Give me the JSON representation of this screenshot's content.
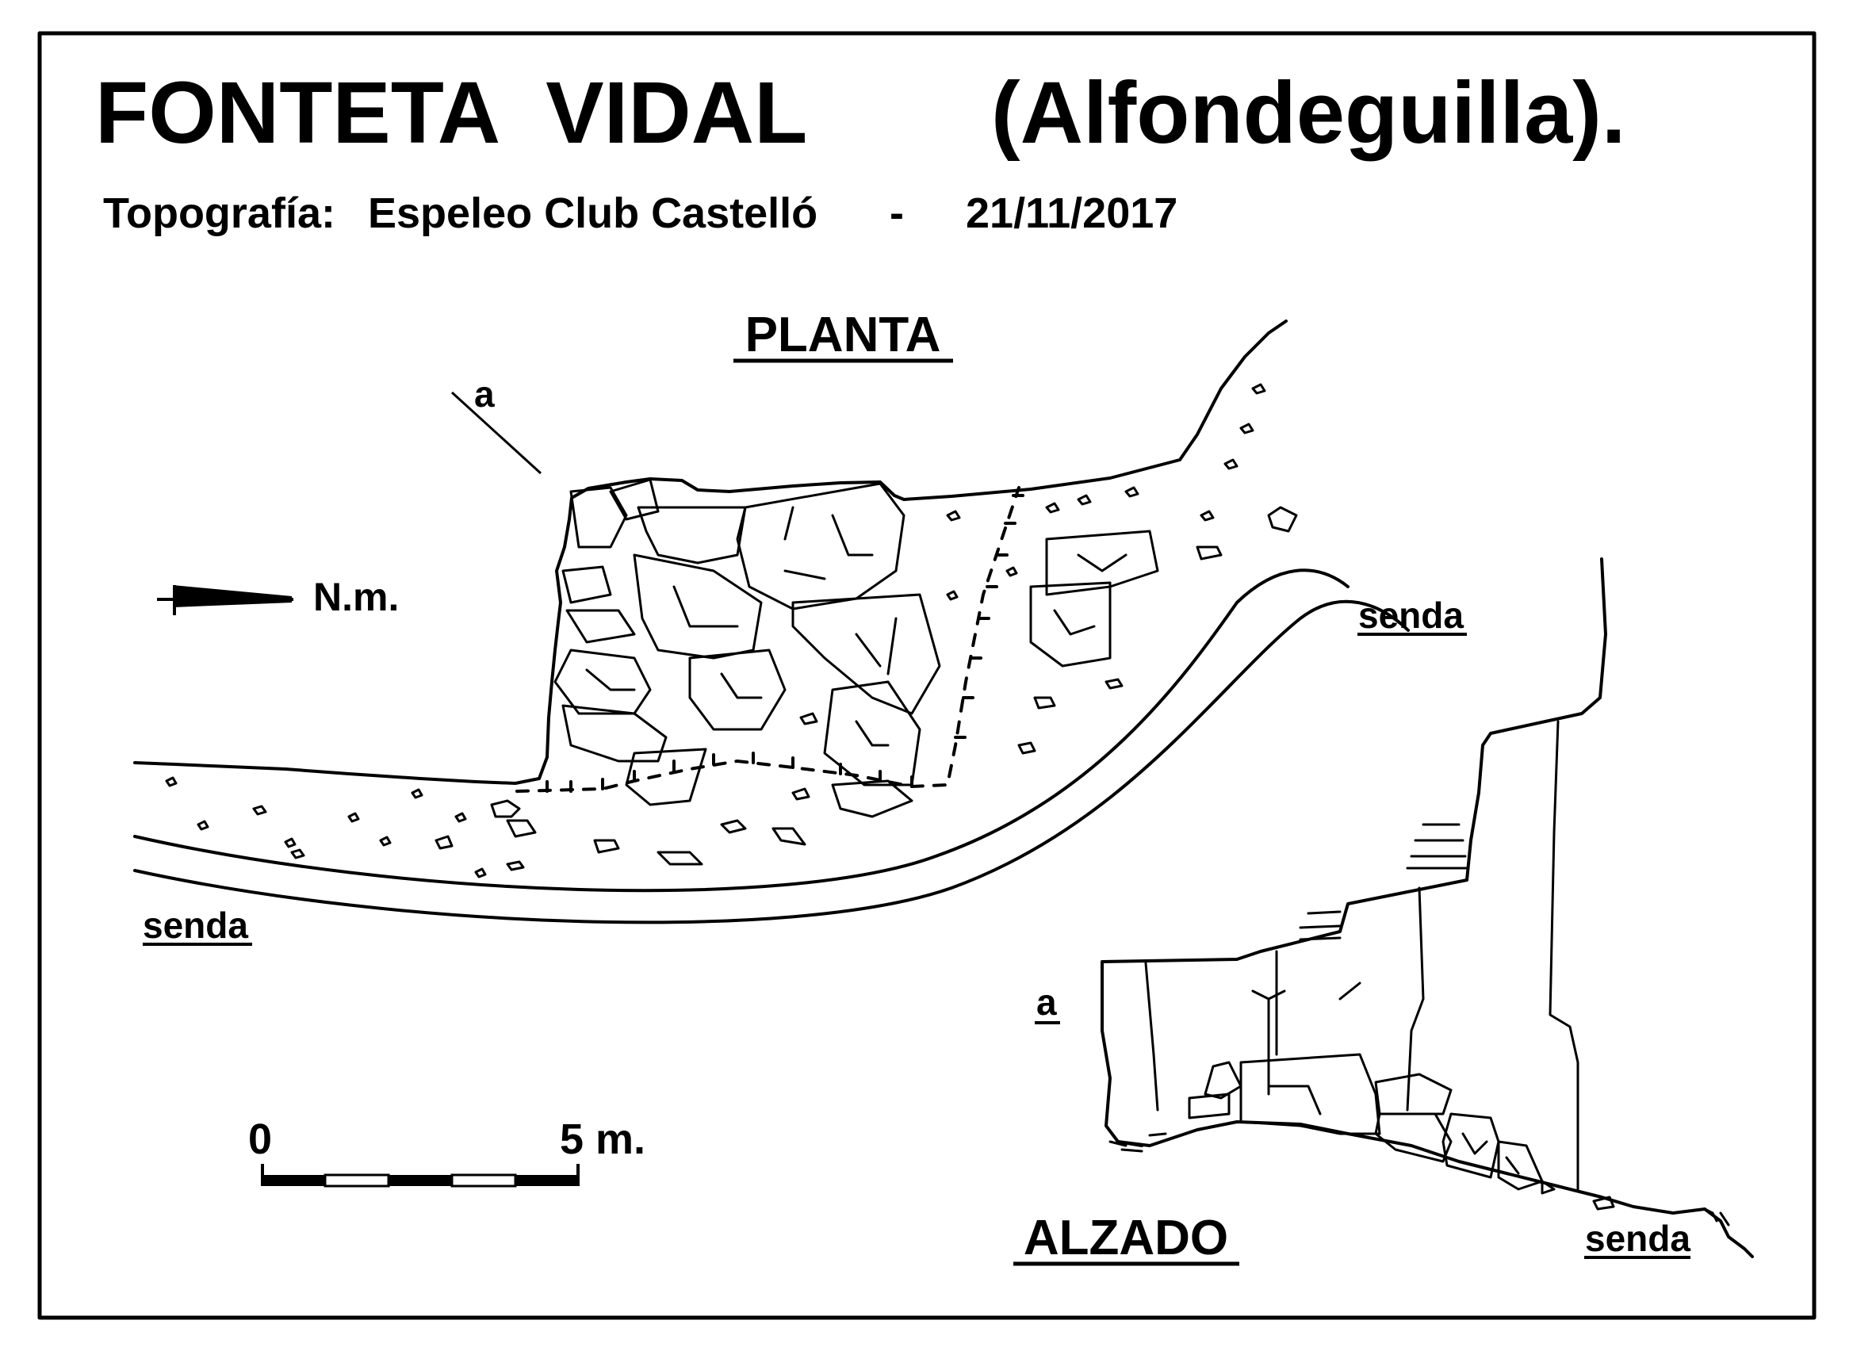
{
  "header": {
    "title": "FONTETA  VIDAL",
    "location": "(Alfondeguilla).",
    "credit_label": "Topografía:",
    "credit_author": "Espeleo Club Castelló",
    "credit_separator": "-",
    "credit_date": "21/11/2017"
  },
  "plan": {
    "title": "PLANTA",
    "section_marker": "a",
    "north_label": "N.m.",
    "path_label_right": "senda",
    "path_label_left": "senda"
  },
  "elevation": {
    "title": "ALZADO",
    "section_marker": "a",
    "path_label": "senda"
  },
  "scale_bar": {
    "start_label": "0",
    "end_label": "5 m."
  }
}
